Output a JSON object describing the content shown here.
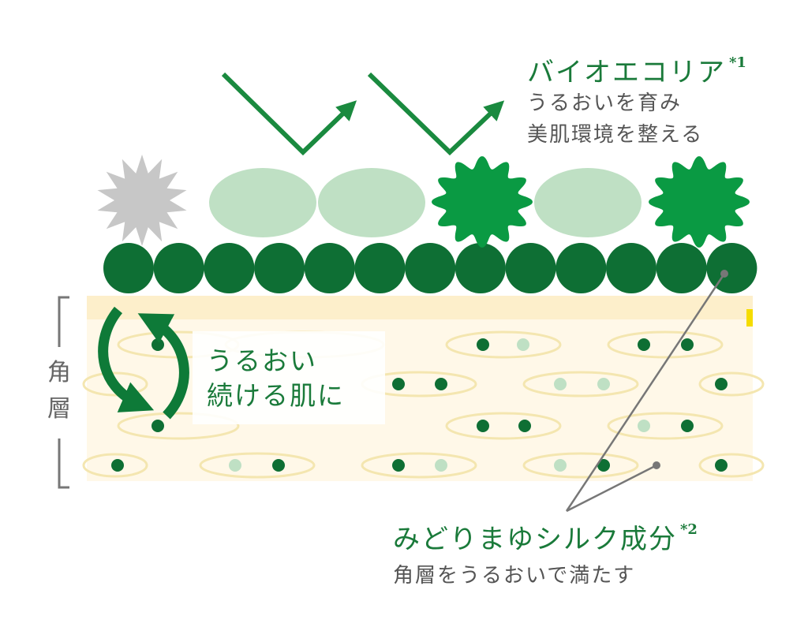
{
  "colors": {
    "dark_green": "#0e6f34",
    "bright_green": "#0a9a43",
    "light_green": "#bfe0c4",
    "gray_star": "#c7c7c7",
    "layer_fill": "#fff8e8",
    "layer_top": "#fdefcb",
    "ellipse_stroke": "#f4e6b0",
    "leader_line": "#777777",
    "yellow_mark": "#f5dc00"
  },
  "bioecolia": {
    "title": "バイオエコリア",
    "footnote": "*1",
    "line1": "うるおいを育み",
    "line2": "美肌環境を整える"
  },
  "silk": {
    "title": "みどりまゆシルク成分",
    "footnote": "*2",
    "line1": "角層をうるおいで満たす"
  },
  "moisture": {
    "line1": "うるおい",
    "line2": "続ける肌に"
  },
  "stratum": {
    "char1": "角",
    "char2": "層"
  },
  "icons": {
    "arrows": "checkmark-arrow-icon",
    "cycle": "cycle-arrows-icon",
    "star": "spiky-star-icon",
    "flower": "wavy-flower-icon"
  }
}
